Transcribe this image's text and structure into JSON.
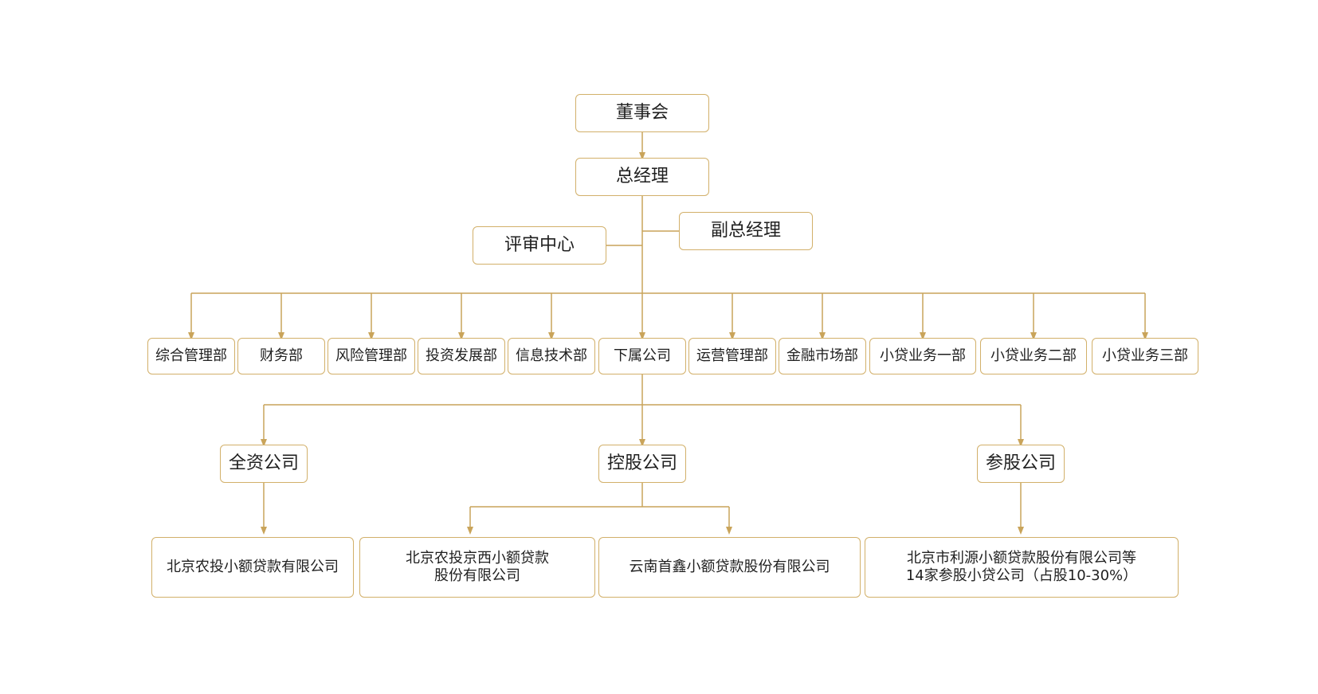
{
  "colors": {
    "line": "#c9a45a",
    "border": "#d2b06a",
    "text": "#1f1f1f"
  },
  "nodes": {
    "board": "董事会",
    "gm": "总经理",
    "vgm": "副总经理",
    "review": "评审中心",
    "departments": [
      "综合管理部",
      "财务部",
      "风险管理部",
      "投资发展部",
      "信息技术部",
      "下属公司",
      "运营管理部",
      "金融市场部",
      "小贷业务一部",
      "小贷业务二部",
      "小贷业务三部"
    ],
    "wholly": "全资公司",
    "holding": "控股公司",
    "equity": "参股公司",
    "wholly_sub": "北京农投小额贷款有限公司",
    "holding_sub1": [
      "北京农投京西小额贷款",
      "股份有限公司"
    ],
    "holding_sub2": "云南首鑫小额贷款股份有限公司",
    "equity_sub": [
      "北京市利源小额贷款股份有限公司等",
      "14家参股小贷公司（占股10-30%）"
    ]
  }
}
